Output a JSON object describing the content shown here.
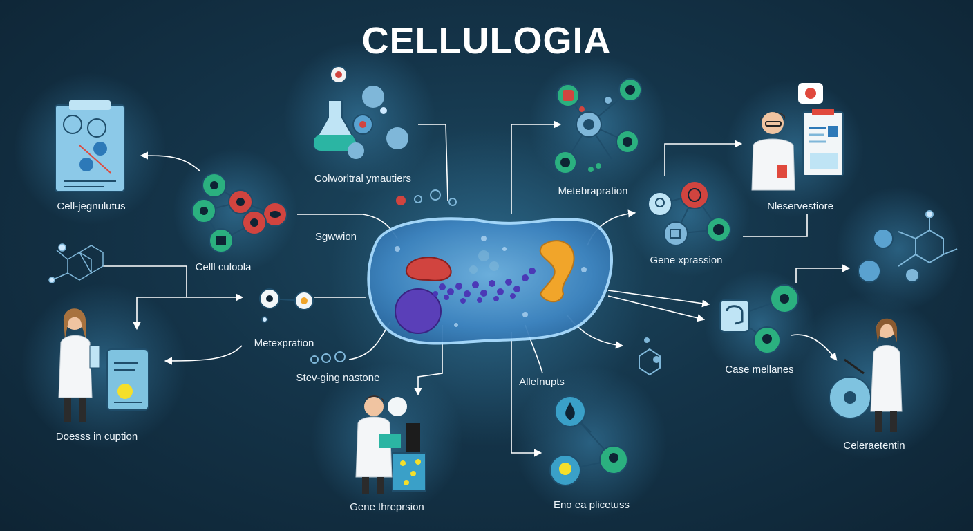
{
  "title": "CELLULOGIA",
  "labels": {
    "cell_jegnulutus": "Cell-jegnulutus",
    "colworltral": "Colworltral ymautiers",
    "metebrapration": "Metebrapration",
    "nleservestiore": "Nleservestiore",
    "cell_culoola": "Celll culoola",
    "sgwwion": "Sgwwion",
    "gene_xprassion": "Gene xprassion",
    "metexpration": "Metexpration",
    "stev_ging": "Stev-ging nastone",
    "dosess": "Doesss in cuption",
    "allefnupts": "Allefnupts",
    "case_mellanes": "Case mellanes",
    "celeraetentin": "Celeraetentin",
    "gene_threprsion": "Gene threprsion",
    "eno_ea": "Eno ea plicetuss"
  }
}
